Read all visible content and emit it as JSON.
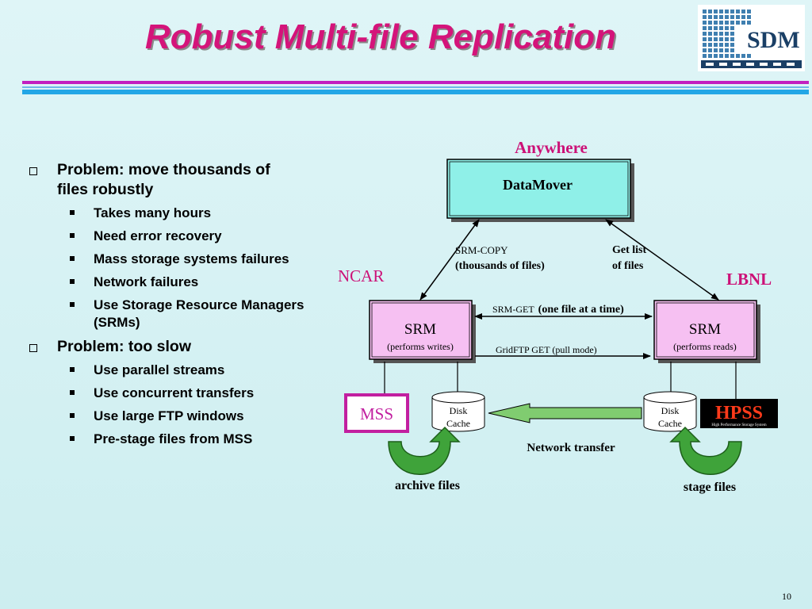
{
  "title": "Robust Multi-file Replication",
  "logo": {
    "text": "SDM"
  },
  "bullets": [
    {
      "text": "Problem: move thousands of files robustly",
      "items": [
        "Takes many hours",
        "Need error recovery",
        "Mass storage systems failures",
        "Network failures",
        "Use Storage Resource Managers (SRMs)"
      ]
    },
    {
      "text": "Problem: too slow",
      "items": [
        "Use parallel streams",
        "Use concurrent transfers",
        "Use large FTP windows",
        "Pre-stage files from MSS"
      ]
    }
  ],
  "diagram": {
    "anywhere": "Anywhere",
    "datamover": "DataMover",
    "ncar": "NCAR",
    "lbnl": "LBNL",
    "srm_copy": "SRM-COPY",
    "srm_copy_sub": "(thousands of files)",
    "get_list_1": "Get list",
    "get_list_2": "of files",
    "srm_left": "SRM",
    "srm_left_sub": "(performs writes)",
    "srm_right": "SRM",
    "srm_right_sub": "(performs reads)",
    "srm_get": "SRM-GET",
    "srm_get_sub": "(one file at a time)",
    "gridftp": "GridFTP GET (pull mode)",
    "mss": "MSS",
    "disk": "Disk",
    "cache": "Cache",
    "hpss": "HPSS",
    "hpss_sub": "High Performance Storage System",
    "network_transfer": "Network transfer",
    "archive_files": "archive files",
    "stage_files": "stage files"
  },
  "page_number": "10"
}
